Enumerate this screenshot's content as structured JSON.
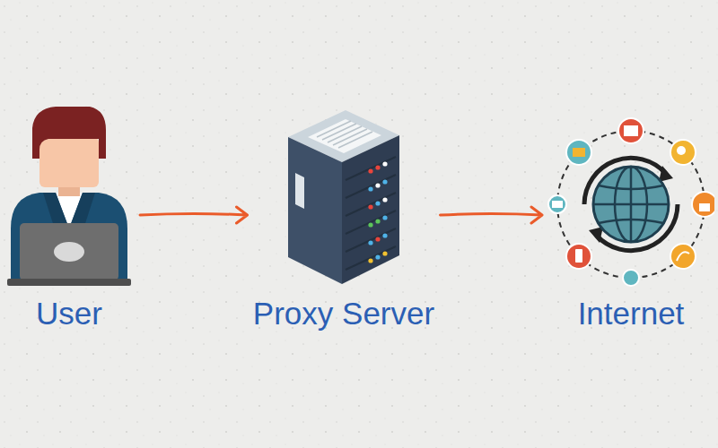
{
  "diagram": {
    "nodes": [
      {
        "text": [
          "User"
        ]
      },
      {
        "text": [
          "Proxy Server"
        ]
      },
      {
        "text": [
          "Internet"
        ]
      }
    ],
    "edges": [
      {
        "from": 0,
        "to": 1,
        "arrow": "to"
      },
      {
        "from": 1,
        "to": 2,
        "arrow": "to"
      }
    ]
  }
}
